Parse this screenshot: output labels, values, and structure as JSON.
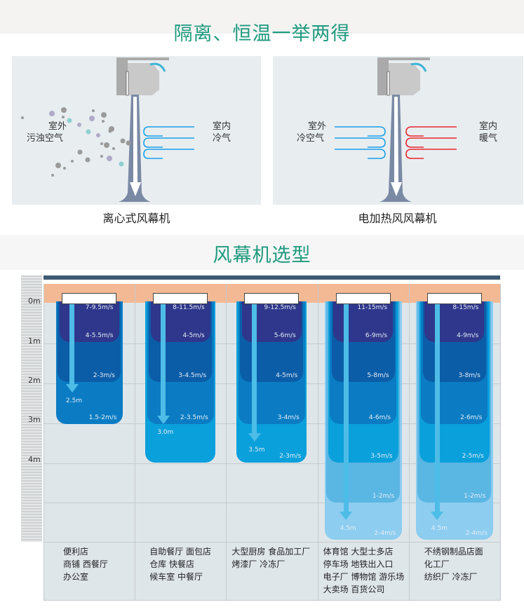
{
  "header": {
    "title": "隔离、恒温一举两得"
  },
  "panels": [
    {
      "caption": "离心式风幕机",
      "left_label": [
        "室外",
        "污浊空气"
      ],
      "right_label": [
        "室内",
        "冷气"
      ],
      "left_flow_color": "#9aa",
      "right_flow_color": "#1aa0ea"
    },
    {
      "caption": "电加热风风幕机",
      "left_label": [
        "室外",
        "冷空气"
      ],
      "right_label": [
        "室内",
        "暖气"
      ],
      "left_flow_color": "#1aa0ea",
      "right_flow_color": "#e8262e"
    }
  ],
  "selection": {
    "title": "风幕机选型",
    "ruler": [
      "0m",
      "1m",
      "2m",
      "3m",
      "4m"
    ],
    "band_colors": [
      "#2e378b",
      "#0b5da8",
      "#0b7cc3",
      "#0aa0db",
      "#5ab6e3",
      "#8ccdf0"
    ],
    "columns": [
      {
        "speeds": [
          "7-9.5m/s",
          "4-5.5m/s",
          "2-3m/s",
          "1.5-2m/s"
        ],
        "bands": 3,
        "reach": "2.5m",
        "uses": [
          "便利店",
          "商铺  西餐厅",
          "办公室"
        ]
      },
      {
        "speeds": [
          "8-11.5m/s",
          "4-5m/s",
          "3-4.5m/s",
          "2-3.5m/s"
        ],
        "bands": 4,
        "reach": "3.0m",
        "uses": [
          "自助餐厅  面包店",
          "仓库  快餐店",
          "候车室  中餐厅"
        ]
      },
      {
        "speeds": [
          "9-12.5m/s",
          "5-6m/s",
          "4-5m/s",
          "3-4m/s",
          "2-3m/s"
        ],
        "bands": 4,
        "reach": "3.5m",
        "uses": [
          "大型厨房  食品加工厂",
          "烤漆厂  冷冻厂"
        ]
      },
      {
        "speeds": [
          "11-15m/s",
          "6-9m/s",
          "5-8m/s",
          "4-6m/s",
          "3-5m/s",
          "1-2m/s",
          "2-4m/s"
        ],
        "bands": 6,
        "reach": "4.5m",
        "uses": [
          "体育馆  大型士多店",
          "停车场  地铁出入口",
          "电子厂  博物馆  游乐场",
          "大卖场  百货公司"
        ]
      },
      {
        "speeds": [
          "8-15m/s",
          "4-9m/s",
          "3-8m/s",
          "2-6m/s",
          "2-5m/s",
          "1-2m/s",
          "2-4m/s"
        ],
        "bands": 6,
        "reach": "4.5m",
        "uses": [
          "不绣钢制品店面",
          "化工厂",
          "纺织厂  冷冻厂"
        ]
      }
    ]
  }
}
